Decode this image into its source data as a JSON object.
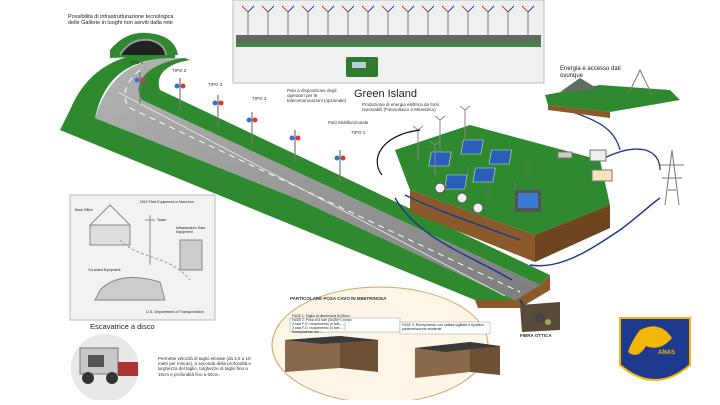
{
  "tunnel_note": "Possibilità di infrastrutturazione tecnologica delle Gallerie in luoghi non serviti dalla rete",
  "pole_labels": [
    "TIPO 1",
    "TIPO 2",
    "TIPO 3",
    "TIPO 3",
    "TIPO 1"
  ],
  "pole_note": "Palo a disposizione degli operatori per le telecomunicazioni (opzionale)",
  "multifunction_pole": "Palo Multifunzionale",
  "green_island": {
    "title": "Green Island",
    "subtitle": "Produzione di energia elettrica da fonti rinnovabili (Fotovoltaico e Minieolico)"
  },
  "energy_access": "Energia e accesso dati ovunque",
  "fiber": "FIBRA OTTICA",
  "cable_panel": {
    "title": "PARTICOLARE POSA CAVO IN MINITRINCEA",
    "left_steps": [
      "FASE 1: Taglio di dimensioni 5x30cm",
      "FASE 2: Posa di 4 tubi (3x25)+1 corpo",
      "3 cavi F.O. ricoprimento (4 tubi, ...)",
      "3 cavi F.O. ricoprimento (4 tubi, ...)",
      "Riempimento con ..."
    ],
    "right_steps": [
      "FASE 3: Riempimento con sabbia sigillata e ripristino pavimentazione esistente"
    ]
  },
  "sketch": {
    "labels": [
      "Back Office",
      "DMS Field Equipment or Mast Arm",
      "Tower",
      "Infrastructure Data Equipment",
      "On-board Equipment",
      "U.S. Department of Transportation"
    ]
  },
  "escavatrice": {
    "title": "Escavatrice a disco",
    "description": "Permette velocità di taglio elevate (da 1,5 a 10 metri per minuto), a seconda della profondità e larghezza del taglio, larghezze di taglio fino a 15cm e profondità fino a 60cm."
  },
  "logo": "ANAS",
  "colors": {
    "grass": "#2f8a2f",
    "grass_dark": "#1f6b1f",
    "road": "#8d8d8d",
    "soil": "#8a5a2b",
    "cable_blue": "#1a3a8f",
    "logo_blue": "#1e3a8f",
    "logo_gold": "#f2b705"
  }
}
